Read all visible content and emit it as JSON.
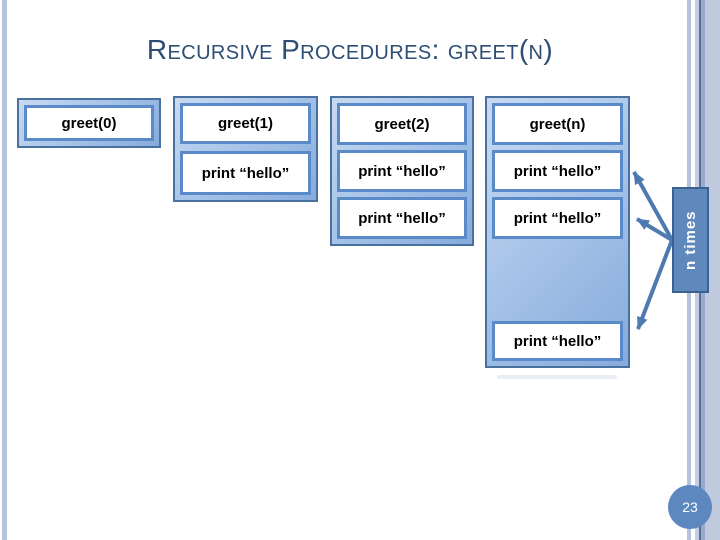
{
  "slide": {
    "title": "Recursive Procedures: greet(n)",
    "page_number": "23"
  },
  "diagram": {
    "columns": [
      {
        "header": "greet(0)",
        "body": []
      },
      {
        "header": "greet(1)",
        "body": [
          "print “hello”"
        ]
      },
      {
        "header": "greet(2)",
        "body": [
          "print “hello”",
          "print “hello”"
        ]
      },
      {
        "header": "greet(n)",
        "body": [
          "print “hello”",
          "print “hello”"
        ],
        "final": "print “hello”"
      }
    ],
    "annotation": "n times"
  },
  "colors": {
    "accent_blue": "#5c88bf",
    "frame_border": "#49719f",
    "inner_border": "#5b8ac9",
    "frame_fill_light": "#c9daf1",
    "frame_fill_dark": "#86abdc",
    "arrow": "#4e7ab0",
    "title_text": "#2d4d74",
    "stripe_light": "#b5c3de",
    "stripe_dark": "#56719c"
  }
}
